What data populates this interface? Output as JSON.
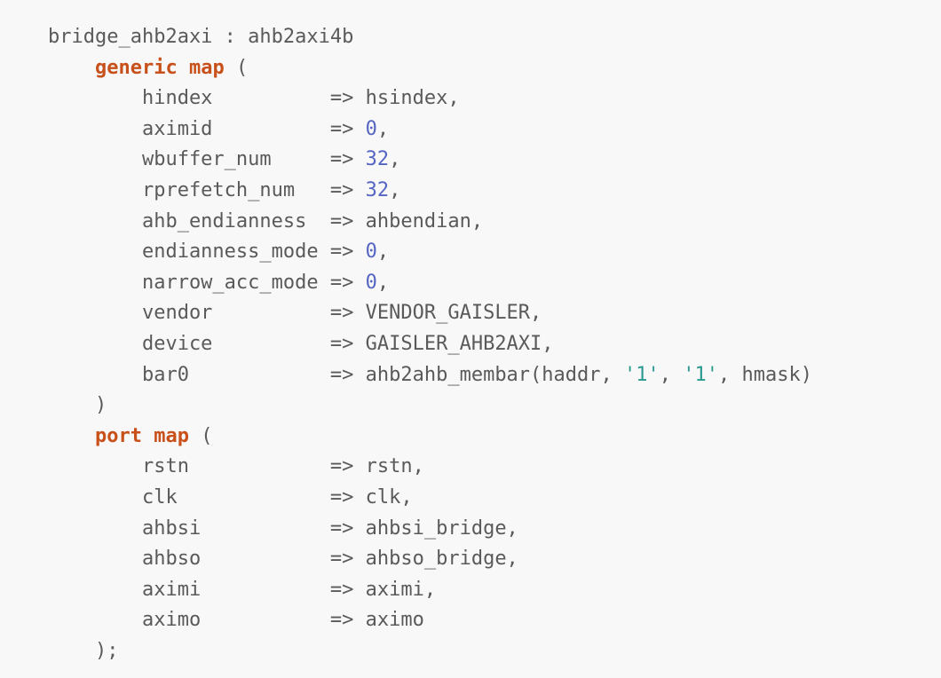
{
  "code": {
    "lines": [
      [
        {
          "t": "plain",
          "v": "bridge_ahb2axi : ahb2axi4b"
        }
      ],
      [
        {
          "t": "plain",
          "v": "    "
        },
        {
          "t": "kw",
          "v": "generic"
        },
        {
          "t": "plain",
          "v": " "
        },
        {
          "t": "kw",
          "v": "map"
        },
        {
          "t": "plain",
          "v": " ("
        }
      ],
      [
        {
          "t": "plain",
          "v": "        hindex          => hsindex,"
        }
      ],
      [
        {
          "t": "plain",
          "v": "        aximid          => "
        },
        {
          "t": "num",
          "v": "0"
        },
        {
          "t": "plain",
          "v": ","
        }
      ],
      [
        {
          "t": "plain",
          "v": "        wbuffer_num     => "
        },
        {
          "t": "num",
          "v": "32"
        },
        {
          "t": "plain",
          "v": ","
        }
      ],
      [
        {
          "t": "plain",
          "v": "        rprefetch_num   => "
        },
        {
          "t": "num",
          "v": "32"
        },
        {
          "t": "plain",
          "v": ","
        }
      ],
      [
        {
          "t": "plain",
          "v": "        ahb_endianness  => ahbendian,"
        }
      ],
      [
        {
          "t": "plain",
          "v": "        endianness_mode => "
        },
        {
          "t": "num",
          "v": "0"
        },
        {
          "t": "plain",
          "v": ","
        }
      ],
      [
        {
          "t": "plain",
          "v": "        narrow_acc_mode => "
        },
        {
          "t": "num",
          "v": "0"
        },
        {
          "t": "plain",
          "v": ","
        }
      ],
      [
        {
          "t": "plain",
          "v": "        vendor          => VENDOR_GAISLER,"
        }
      ],
      [
        {
          "t": "plain",
          "v": "        device          => GAISLER_AHB2AXI,"
        }
      ],
      [
        {
          "t": "plain",
          "v": "        bar0            => ahb2ahb_membar(haddr, "
        },
        {
          "t": "str",
          "v": "'1'"
        },
        {
          "t": "plain",
          "v": ", "
        },
        {
          "t": "str",
          "v": "'1'"
        },
        {
          "t": "plain",
          "v": ", hmask)"
        }
      ],
      [
        {
          "t": "plain",
          "v": "    )"
        }
      ],
      [
        {
          "t": "plain",
          "v": "    "
        },
        {
          "t": "kw",
          "v": "port"
        },
        {
          "t": "plain",
          "v": " "
        },
        {
          "t": "kw",
          "v": "map"
        },
        {
          "t": "plain",
          "v": " ("
        }
      ],
      [
        {
          "t": "plain",
          "v": "        rstn            => rstn,"
        }
      ],
      [
        {
          "t": "plain",
          "v": "        clk             => clk,"
        }
      ],
      [
        {
          "t": "plain",
          "v": "        ahbsi           => ahbsi_bridge,"
        }
      ],
      [
        {
          "t": "plain",
          "v": "        ahbso           => ahbso_bridge,"
        }
      ],
      [
        {
          "t": "plain",
          "v": "        aximi           => aximi,"
        }
      ],
      [
        {
          "t": "plain",
          "v": "        aximo           => aximo"
        }
      ],
      [
        {
          "t": "plain",
          "v": "    );"
        }
      ]
    ]
  },
  "colors": {
    "keyword": "#c8501a",
    "number": "#5565c2",
    "string": "#2a9a90",
    "text": "#5a5a5a",
    "background": "#f8f8f8"
  }
}
